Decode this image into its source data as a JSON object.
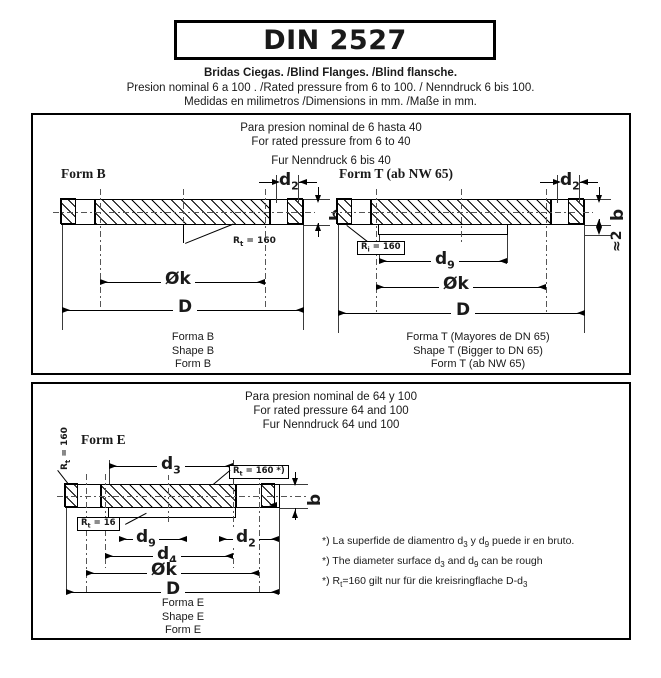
{
  "document": {
    "standard_title": "DIN 2527",
    "subtitle_line1": "Bridas Ciegas. /Blind Flanges. /Blind flansche.",
    "subtitle_line2": "Presion nominal 6 a 100 . /Rated pressure from 6 to 100. / Nenndruck 6 bis 100.",
    "subtitle_line3": "Medidas en milimetros /Dimensions in mm. /Maße in mm."
  },
  "panel_top": {
    "heading_es": "Para presion nominal de 6 hasta 40",
    "heading_en": "For rated pressure from 6 to 40",
    "heading_de": "Fur Nenndruck 6 bis 40",
    "form_b": {
      "title": "Form B",
      "dim_d2": "d",
      "dim_d2_sub": "2",
      "dim_b": "b",
      "dim_ok": "Øk",
      "dim_d": "D",
      "note_rt": "R",
      "note_rt_sub": "t",
      "note_rt_val": " = 160",
      "caption_es": "Forma B",
      "caption_en": "Shape B",
      "caption_de": "Form B"
    },
    "form_t": {
      "title": "Form T (ab NW 65)",
      "dim_d2": "d",
      "dim_d2_sub": "2",
      "dim_b": "b",
      "dim_approx2": "≈2",
      "dim_d9": "d",
      "dim_d9_sub": "9",
      "dim_ok": "Øk",
      "dim_d": "D",
      "note_rt": "R",
      "note_rt_sub": "i",
      "note_rt_val": " = 160",
      "caption_es": "Forma T (Mayores de DN 65)",
      "caption_en": "Shape T (Bigger to DN 65)",
      "caption_de": "Form T (ab NW 65)"
    }
  },
  "panel_bottom": {
    "heading_es": "Para presion nominal de 64 y 100",
    "heading_en": "For rated pressure 64 and 100",
    "heading_de": "Fur Nenndruck 64 und 100",
    "form_e": {
      "title": "Form E",
      "dim_d3": "d",
      "dim_d3_sub": "3",
      "dim_d9": "d",
      "dim_d9_sub": "9",
      "dim_d4": "d",
      "dim_d4_sub": "4",
      "dim_d2": "d",
      "dim_d2_sub": "2",
      "dim_b": "b",
      "dim_ok": "Øk",
      "dim_d": "D",
      "note_rt_left": "R",
      "note_rt_left_sub": "t",
      "note_rt_left_val": " = 160",
      "note_rt_right": "R",
      "note_rt_right_sub": "t",
      "note_rt_right_val": " = 160 *)",
      "note_rt_bottom": "R",
      "note_rt_bottom_sub": "t",
      "note_rt_bottom_val": " = 16",
      "caption_es": "Forma E",
      "caption_en": "Shape E",
      "caption_de": "Form E"
    },
    "footnote_es_a": "*) La superfide de diamentro d",
    "footnote_es_b": " y d",
    "footnote_es_c": " puede ir en bruto.",
    "footnote_en_a": "*) The diameter surface d",
    "footnote_en_b": " and d",
    "footnote_en_c": " can be rough",
    "footnote_de_a": "*) R",
    "footnote_de_b": "=160 gilt nur für die kreisringflache D-d",
    "sub3": "3",
    "sub9": "9",
    "subt": "t"
  },
  "colors": {
    "ink": "#000000",
    "paper": "#ffffff",
    "thin_line": "#3a3a3a"
  }
}
